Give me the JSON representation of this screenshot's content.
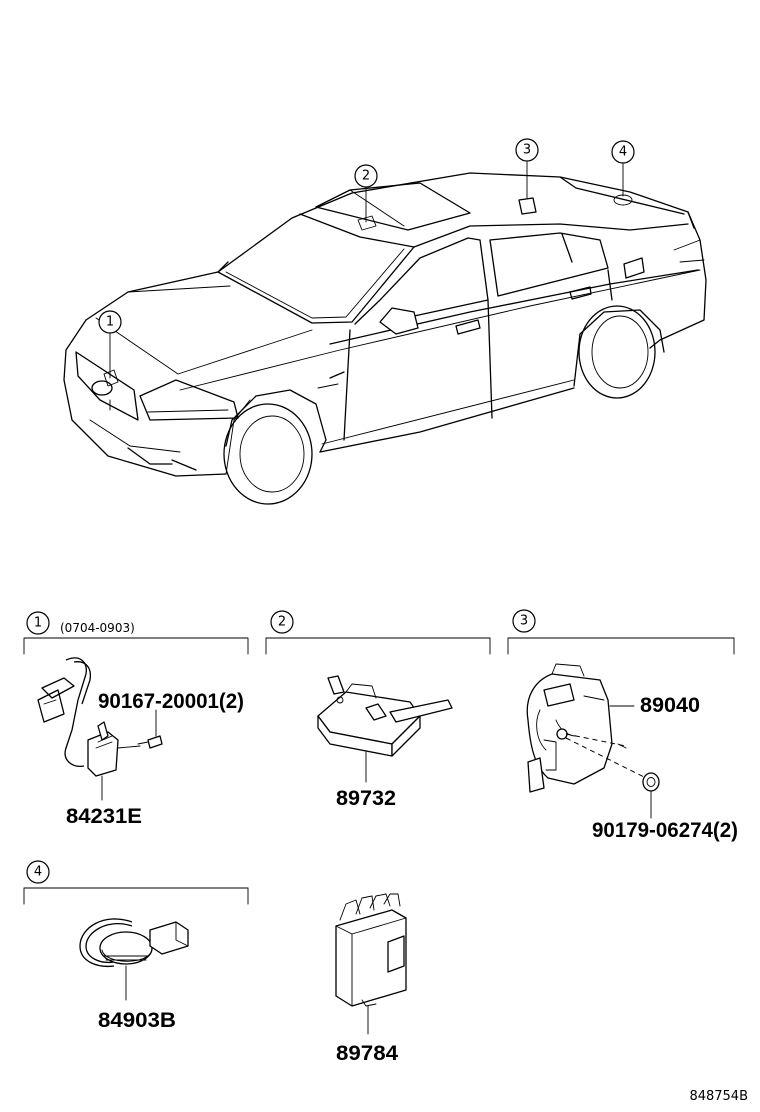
{
  "callouts": {
    "c1": "1",
    "c2": "2",
    "c3": "3",
    "c4": "4"
  },
  "sections": {
    "s1": {
      "number": "1",
      "note": "(0704-0903)"
    },
    "s2": {
      "number": "2"
    },
    "s3": {
      "number": "3"
    },
    "s4": {
      "number": "4"
    }
  },
  "parts": {
    "p90167": "90167-20001(2)",
    "p84231e": "84231E",
    "p89732": "89732",
    "p89040": "89040",
    "p90179": "90179-06274(2)",
    "p84903b": "84903B",
    "p89784": "89784"
  },
  "diagram_code": "848754B"
}
